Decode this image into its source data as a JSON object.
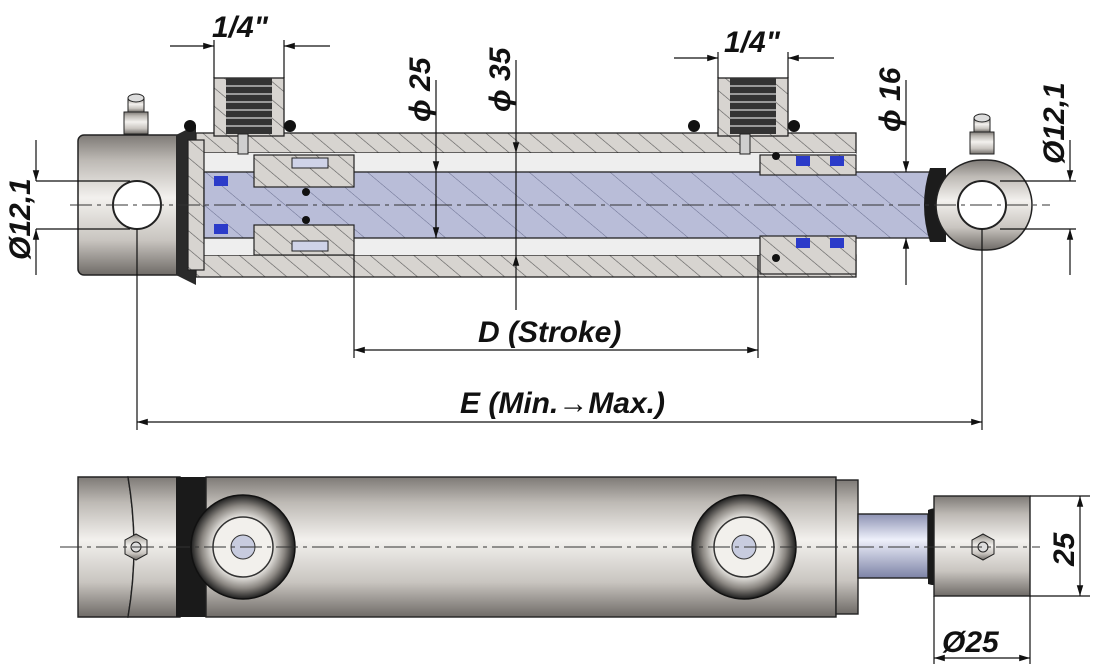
{
  "dimensions": {
    "port_left": "1/4\"",
    "port_right": "1/4\"",
    "rod_diameter": "ϕ 25",
    "bore_diameter": "ϕ 35",
    "rod_end_diameter": "ϕ 16",
    "pin_hole_left": "Ø12,1",
    "pin_hole_right": "Ø12,1",
    "stroke": "D (Stroke)",
    "length": "E (Min.→Max.)",
    "eye_width": "25",
    "eye_diameter": "Ø25"
  },
  "colors": {
    "hatch": "#555555",
    "rod": "#b8bcd6",
    "steel_light": "#e6e3df",
    "steel_dark": "#8f8a85",
    "seal_blue": "#2b3bc9",
    "line": "#111111"
  }
}
